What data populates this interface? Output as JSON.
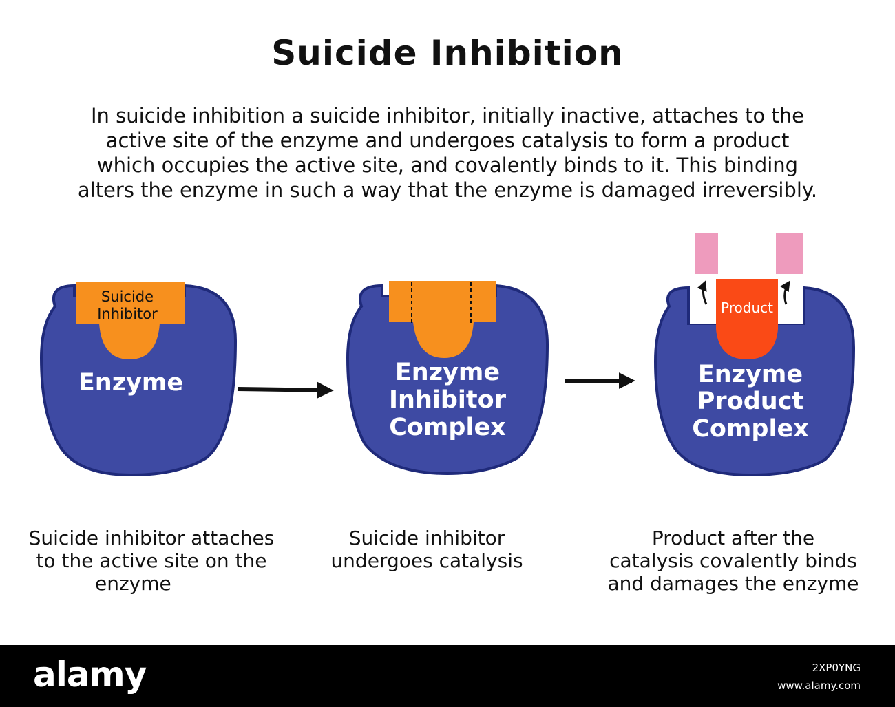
{
  "title": "Suicide Inhibition",
  "intro_lines": [
    "In suicide inhibition a suicide inhibitor, initially inactive, attaches to the",
    "active site of the enzyme and undergoes catalysis to form a product",
    "which occupies the active site, and covalently binds to it. This binding",
    "alters the enzyme in such a way that the enzyme is damaged irreversibly."
  ],
  "stages": [
    {
      "inhibitor_label": [
        "Suicide",
        "Inhibitor"
      ],
      "body_label": [
        "Enzyme"
      ],
      "caption": [
        "Suicide inhibitor attaches",
        "to the active site on the",
        "enzyme"
      ]
    },
    {
      "body_label": [
        "Enzyme",
        "Inhibitor",
        "Complex"
      ],
      "caption": [
        "Suicide inhibitor",
        "undergoes catalysis"
      ]
    },
    {
      "product_label": "Product",
      "body_label": [
        "Enzyme",
        "Product",
        "Complex"
      ],
      "caption": [
        "Product after the",
        "catalysis covalently binds",
        "and damages the enzyme"
      ]
    }
  ],
  "colors": {
    "enzyme": "#3e4aa3",
    "enzyme_outline": "#1f2a7a",
    "inhibitor": "#f7901e",
    "product": "#fa4a16",
    "fragment": "#ee9bbd",
    "arrow": "#111111"
  },
  "footer": {
    "brand": "alamy",
    "image_id": "2XP0YNG",
    "url": "www.alamy.com"
  }
}
